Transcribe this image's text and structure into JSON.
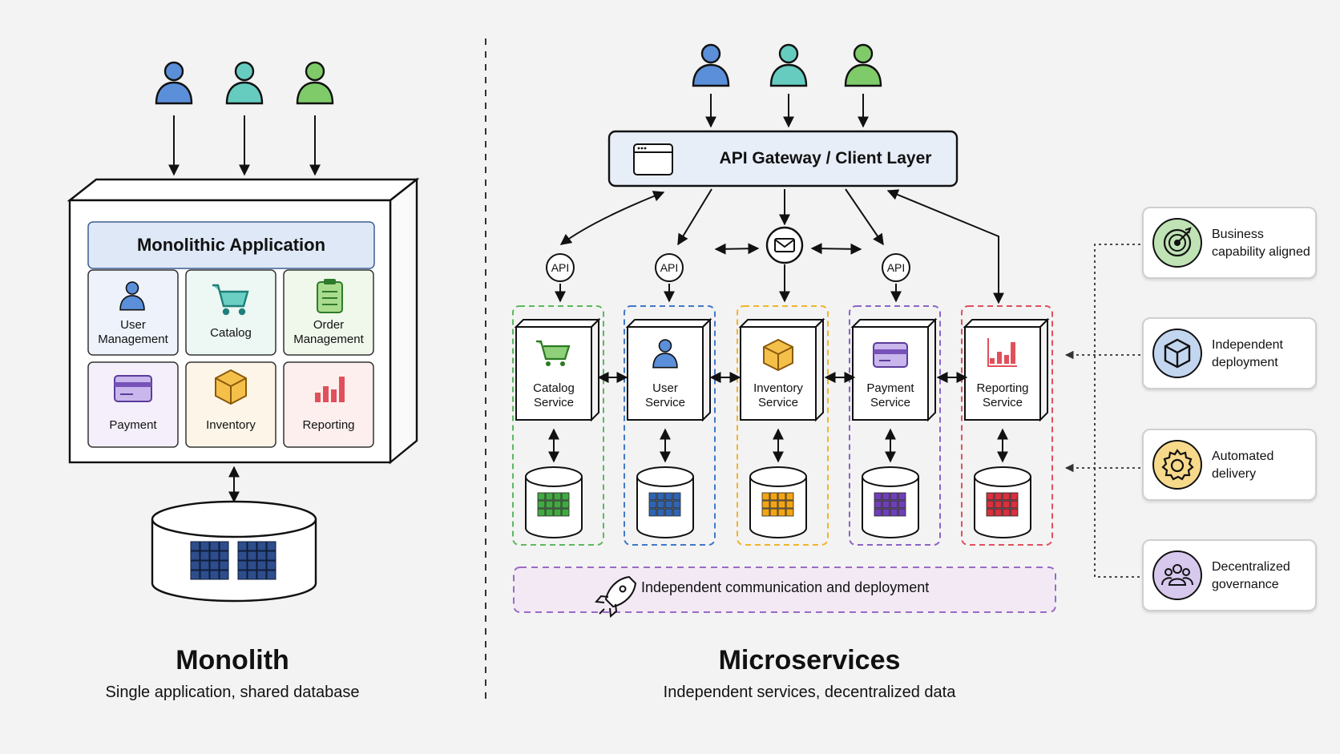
{
  "monolith": {
    "app_title": "Monolithic Application",
    "modules": [
      {
        "label": "User\nManagement",
        "icon": "user-icon"
      },
      {
        "label": "Catalog",
        "icon": "cart-icon"
      },
      {
        "label": "Order\nManagement",
        "icon": "clipboard-icon"
      },
      {
        "label": "Payment",
        "icon": "credit-card-icon"
      },
      {
        "label": "Inventory",
        "icon": "box-icon"
      },
      {
        "label": "Reporting",
        "icon": "bar-chart-icon"
      }
    ],
    "title": "Monolith",
    "subtitle": "Single application, shared database"
  },
  "microservices": {
    "gateway_label": "API Gateway / Client Layer",
    "api_badge": "API",
    "services": [
      {
        "label": "Catalog\nService",
        "color": "#5cb85c",
        "db_color": "#43a843"
      },
      {
        "label": "User\nService",
        "color": "#3f78c8",
        "db_color": "#2f64b5"
      },
      {
        "label": "Inventory\nService",
        "color": "#f0b429",
        "db_color": "#f2a514"
      },
      {
        "label": "Payment\nService",
        "color": "#8b63c7",
        "db_color": "#6f3fb8"
      },
      {
        "label": "Reporting\nService",
        "color": "#e0505c",
        "db_color": "#d9303d"
      }
    ],
    "band_label": "Independent communication and deployment",
    "title": "Microservices",
    "subtitle": "Independent services, decentralized data"
  },
  "features": [
    {
      "label": "Business\ncapability aligned",
      "icon": "target-icon",
      "color": "#bfe3b4"
    },
    {
      "label": "Independent\ndeployment",
      "icon": "cube-icon",
      "color": "#c3d6f0"
    },
    {
      "label": "Automated\ndelivery",
      "icon": "gear-icon",
      "color": "#f6d98a"
    },
    {
      "label": "Decentralized\ngovernance",
      "icon": "people-icon",
      "color": "#d7c8ee"
    }
  ],
  "user_colors": [
    "#5b8fd9",
    "#66ccc0",
    "#7fcb6a"
  ]
}
